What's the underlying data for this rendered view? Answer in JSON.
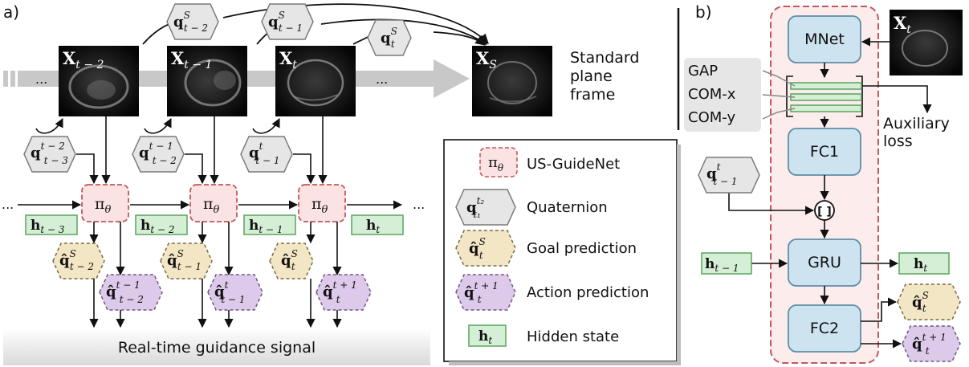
{
  "panel_a": {
    "label": "a)",
    "frames": [
      {
        "sym": "X",
        "sub": "t − 2"
      },
      {
        "sym": "X",
        "sub": "t − 1"
      },
      {
        "sym": "X",
        "sub": "t"
      }
    ],
    "standard_frame": {
      "sym": "X",
      "sub": "S"
    },
    "standard_caption": [
      "Standard",
      "plane",
      "frame"
    ],
    "ellipsis": "...",
    "top_quats": [
      {
        "sym": "q",
        "sup": "S",
        "sub": "t − 2"
      },
      {
        "sym": "q",
        "sup": "S",
        "sub": "t − 1"
      },
      {
        "sym": "q",
        "sup": "S",
        "sub": "t"
      }
    ],
    "transition_quats": [
      {
        "sym": "q",
        "sup": "t − 2",
        "sub": "t − 3"
      },
      {
        "sym": "q",
        "sup": "t − 1",
        "sub": "t − 2"
      },
      {
        "sym": "q",
        "sup": "t",
        "sub": "t − 1"
      }
    ],
    "policy": {
      "sym": "π",
      "sub": "θ"
    },
    "hidden": [
      {
        "sym": "h",
        "sub": "t − 3"
      },
      {
        "sym": "h",
        "sub": "t − 2"
      },
      {
        "sym": "h",
        "sub": "t − 1"
      },
      {
        "sym": "h",
        "sub": "t"
      }
    ],
    "goal_preds": [
      {
        "sym": "q̂",
        "sup": "S",
        "sub": "t − 2"
      },
      {
        "sym": "q̂",
        "sup": "S",
        "sub": "t − 1"
      },
      {
        "sym": "q̂",
        "sup": "S",
        "sub": "t"
      }
    ],
    "action_preds": [
      {
        "sym": "q̂",
        "sup": "t − 1",
        "sub": "t − 2"
      },
      {
        "sym": "q̂",
        "sup": "t",
        "sub": "t − 1"
      },
      {
        "sym": "q̂",
        "sup": "t + 1",
        "sub": "t"
      }
    ],
    "guidance_label": "Real-time guidance signal",
    "legend": [
      {
        "label": "US-GuideNet",
        "sym": "π",
        "sub": "θ"
      },
      {
        "label": "Quaternion",
        "sym": "q",
        "sup": "t₂",
        "sub": "t₁"
      },
      {
        "label": "Goal prediction",
        "sym": "q̂",
        "sup": "S",
        "sub": "t"
      },
      {
        "label": "Action prediction",
        "sym": "q̂",
        "sup": "t + 1",
        "sub": "t"
      },
      {
        "label": "Hidden state",
        "sym": "h",
        "sub": "t"
      }
    ]
  },
  "panel_b": {
    "label": "b)",
    "input_frame": {
      "sym": "X",
      "sub": "t"
    },
    "mnet": "MNet",
    "fc1": "FC1",
    "gru": "GRU",
    "fc2": "FC2",
    "aux_features": [
      "GAP",
      "COM-x",
      "COM-y"
    ],
    "aux_loss": [
      "Auxiliary",
      "loss"
    ],
    "concat_symbol": "[ ]",
    "prev_quat": {
      "sym": "q",
      "sup": "t",
      "sub": "t − 1"
    },
    "h_in": {
      "sym": "h",
      "sub": "t − 1"
    },
    "h_out": {
      "sym": "h",
      "sub": "t"
    },
    "goal_out": {
      "sym": "q̂",
      "sup": "S",
      "sub": "t"
    },
    "action_out": {
      "sym": "q̂",
      "sup": "t + 1",
      "sub": "t"
    }
  },
  "colors": {
    "policy_fill": "#fbe3e3",
    "policy_stroke": "#c0585a",
    "quat_fill": "#e6e6e6",
    "quat_stroke": "#7a7a7a",
    "goal_fill": "#f3e6c5",
    "goal_stroke": "#7a6a45",
    "action_fill": "#ddc9ea",
    "action_stroke": "#6f5782",
    "hidden_fill": "#d5efd6",
    "hidden_stroke": "#5aa45e",
    "block_fill": "#cde3ef",
    "block_stroke": "#5f8ea8",
    "guidenet_bg": "#fdecec",
    "timeline": "#c8c8c8"
  }
}
